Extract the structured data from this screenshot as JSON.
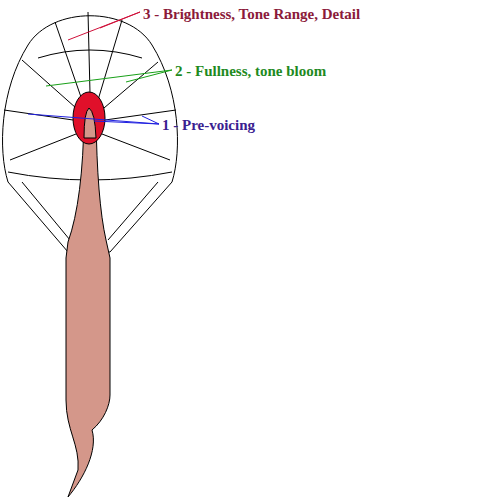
{
  "diagram": {
    "labels": [
      "3 - Brightness, Tone Range, Detail",
      "2 - Fullness, tone bloom",
      "1 - Pre-voicing"
    ]
  }
}
